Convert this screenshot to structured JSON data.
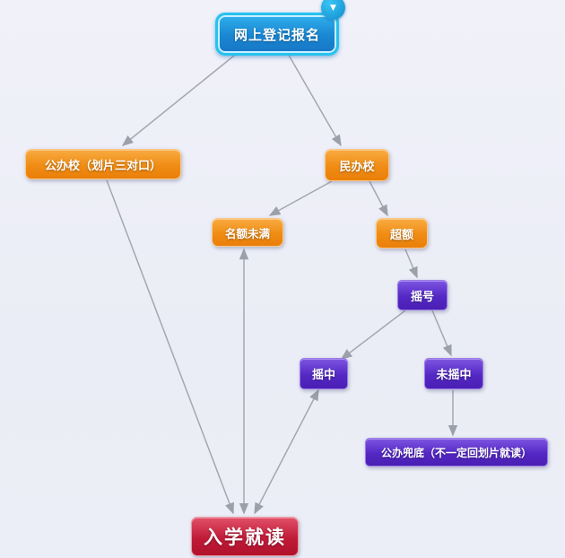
{
  "canvas": {
    "background": "#ebedf6"
  },
  "colors": {
    "root_border": "#27c2f0",
    "root_fill_top": "#2fb0ec",
    "root_fill_bottom": "#1677c6",
    "orange_top": "#f8ab41",
    "orange_bottom": "#ea7f0a",
    "purple_top": "#7d55e2",
    "purple_bottom": "#4a1fb4",
    "red_top": "#e25068",
    "red_bottom": "#b1122c",
    "connector": "#a4a7b0",
    "node_text": "#ffffff"
  },
  "icons": {
    "collapse_badge": "▼"
  },
  "nodes": {
    "root": {
      "label": "网上登记报名"
    },
    "public_school": {
      "label": "公办校（划片三对口）"
    },
    "private_school": {
      "label": "民办校"
    },
    "quota_not_full": {
      "label": "名额未满"
    },
    "over_quota": {
      "label": "超额"
    },
    "lottery": {
      "label": "摇号"
    },
    "lottery_won": {
      "label": "摇中"
    },
    "lottery_not_won": {
      "label": "未摇中"
    },
    "public_fallback": {
      "label": "公办兜底（不一定回划片就读）"
    },
    "enroll": {
      "label": "入学就读"
    }
  },
  "edges": [
    {
      "from": "root",
      "to": "public_school"
    },
    {
      "from": "root",
      "to": "private_school"
    },
    {
      "from": "private_school",
      "to": "quota_not_full"
    },
    {
      "from": "private_school",
      "to": "over_quota"
    },
    {
      "from": "over_quota",
      "to": "lottery"
    },
    {
      "from": "lottery",
      "to": "lottery_won"
    },
    {
      "from": "lottery",
      "to": "lottery_not_won"
    },
    {
      "from": "lottery_not_won",
      "to": "public_fallback"
    },
    {
      "from": "public_school",
      "to": "enroll"
    },
    {
      "from": "quota_not_full",
      "to": "enroll",
      "double_arrow": true
    },
    {
      "from": "lottery_won",
      "to": "enroll",
      "double_arrow": true
    }
  ]
}
